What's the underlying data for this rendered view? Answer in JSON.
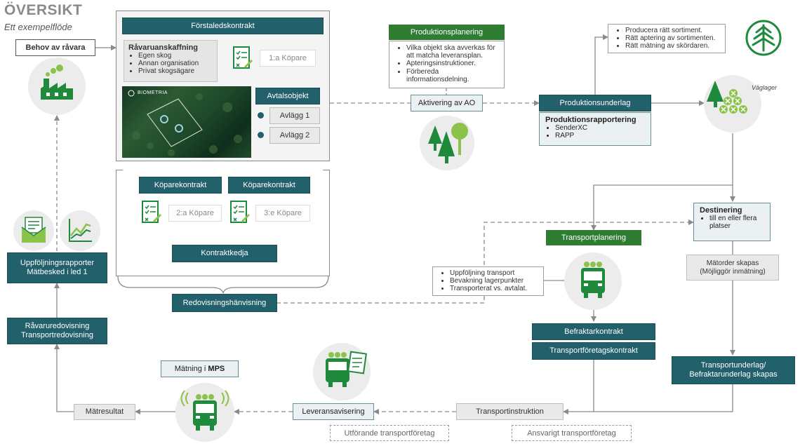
{
  "header": {
    "title": "ÖVERSIKT",
    "subtitle": "Ett exempelflöde"
  },
  "colors": {
    "teal": "#22606b",
    "green": "#2e7d32",
    "icon_green": "#1f8a3c",
    "leaf_green": "#8bc34a",
    "grey": "#e9e9e9"
  },
  "nodes": {
    "behov": "Behov av råvara",
    "forstaledskontrakt": "Förstaledskontrakt",
    "ravaruanskaffning": {
      "title": "Råvaruanskaffning",
      "items": [
        "Egen skog",
        "Annan organisation",
        "Privat skogsägare"
      ]
    },
    "kopare1": "1:a Köpare",
    "biometria": "BIOMETRIA",
    "avtalsobjekt": "Avtalsobjekt",
    "avlagg1": "Avlägg 1",
    "avlagg2": "Avlägg 2",
    "koparekontrakt_a": "Köparekontrakt",
    "koparekontrakt_b": "Köparekontrakt",
    "kopare2": "2:a Köpare",
    "kopare3": "3:e Köpare",
    "kontraktkedja": "Kontraktkedja",
    "redovisningshanvisning": "Redovisningshänvisning",
    "produktionsplanering": "Produktionsplanering",
    "produktionsplanering_items": [
      "Vilka objekt ska avverkas för att matcha leveransplan.",
      "Apteringsinstruktioner.",
      "Förbereda informationsdelning."
    ],
    "aktivering": "Aktivering av AO",
    "top_right_items": [
      "Producera rätt sortiment.",
      "Rätt aptering av sortimenten.",
      "Rätt mätning av skördaren."
    ],
    "produktionsunderlag": "Produktionsunderlag",
    "produktionsrapportering": {
      "title": "Produktionsrapportering",
      "items": [
        "SenderXC",
        "RAPP"
      ]
    },
    "vaglager": "Väglager",
    "destinering": {
      "title": "Destinering",
      "items": [
        "till en eller flera platser"
      ]
    },
    "transportplanering": "Transportplanering",
    "matorder": "Mätorder skapas\n(Möjliggör inmätning)",
    "transport_items": [
      "Uppföljning transport",
      "Bevakning lagerpunkter",
      "Transporterat vs. avtalat."
    ],
    "befraktarkontrakt": "Befraktarkontrakt",
    "transportforetagskontrakt": "Transportföretagskontrakt",
    "transportunderlag": "Transportunderlag/\nBefraktarunderlag skapas",
    "transportinstruktion": "Transportinstruktion",
    "ansvarigt": "Ansvarigt transportföretag",
    "leveransavisering": "Leveransavisering",
    "utforande": "Utförande transportföretag",
    "matning_prefix": "Mätning i ",
    "matning_bold": "MPS",
    "matresultat": "Mätresultat",
    "ravaruredovisning": "Råvaruredovisning\nTransportredovisning",
    "uppfoljning": "Uppföljningsrapporter\nMätbesked i led 1"
  }
}
